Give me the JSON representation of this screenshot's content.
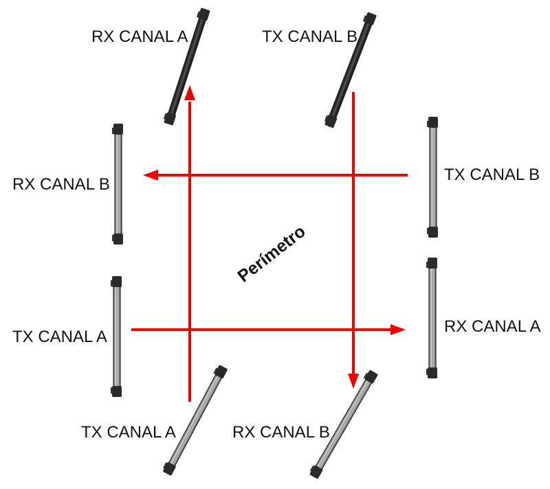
{
  "title": "Perímetro",
  "colors": {
    "beam": "#f20000",
    "sensor_body": "#a9a9a9",
    "sensor_dark": "#1b1b1b",
    "cap": "#2a2a2a",
    "text": "#111111"
  },
  "sensors": [
    {
      "id": "rx-canal-a-top",
      "label": "RX CANAL A",
      "type": "RX",
      "channel": "A",
      "style": "dark"
    },
    {
      "id": "tx-canal-b-top",
      "label": "TX CANAL B",
      "type": "TX",
      "channel": "B",
      "style": "dark"
    },
    {
      "id": "rx-canal-b-left",
      "label": "RX CANAL B",
      "type": "RX",
      "channel": "B",
      "style": "light"
    },
    {
      "id": "tx-canal-b-right",
      "label": "TX CANAL B",
      "type": "TX",
      "channel": "B",
      "style": "light"
    },
    {
      "id": "tx-canal-a-left",
      "label": "TX CANAL A",
      "type": "TX",
      "channel": "A",
      "style": "light"
    },
    {
      "id": "rx-canal-a-right",
      "label": "RX CANAL A",
      "type": "RX",
      "channel": "A",
      "style": "light"
    },
    {
      "id": "tx-canal-a-bottom",
      "label": "TX CANAL A",
      "type": "TX",
      "channel": "A",
      "style": "light"
    },
    {
      "id": "rx-canal-b-bottom",
      "label": "RX CANAL B",
      "type": "RX",
      "channel": "B",
      "style": "light"
    }
  ],
  "beams": [
    {
      "id": "beam-vertical-left",
      "from": "tx-canal-a-bottom",
      "to": "rx-canal-a-top"
    },
    {
      "id": "beam-vertical-right",
      "from": "tx-canal-b-top",
      "to": "rx-canal-b-bottom"
    },
    {
      "id": "beam-horizontal-top",
      "from": "tx-canal-b-right",
      "to": "rx-canal-b-left"
    },
    {
      "id": "beam-horizontal-bottom",
      "from": "tx-canal-a-left",
      "to": "rx-canal-a-right"
    }
  ]
}
